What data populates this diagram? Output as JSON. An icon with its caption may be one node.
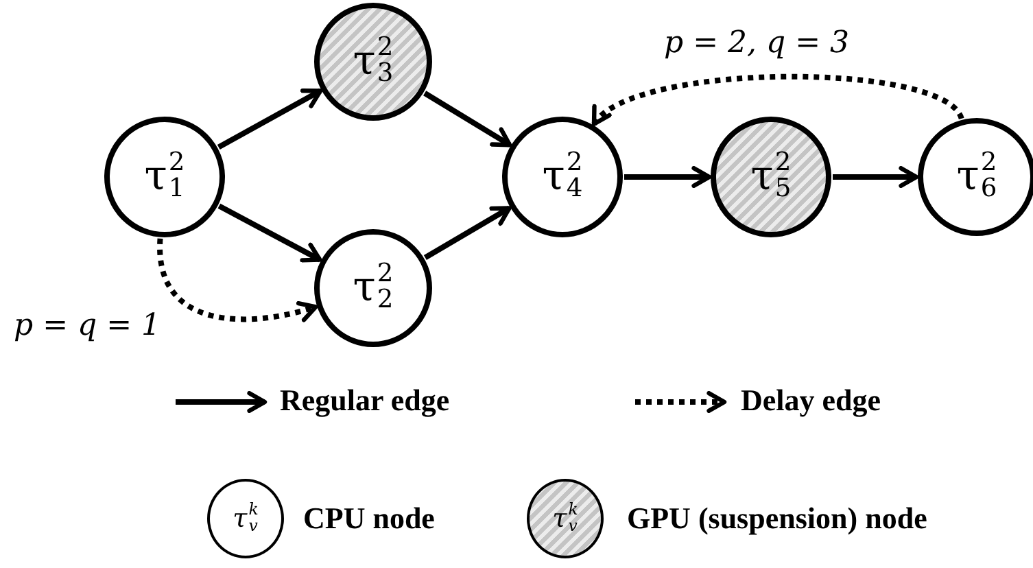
{
  "diagram": {
    "nodes": [
      {
        "text": [
          "τ$_{1}$$^{2}$"
        ]
      },
      {
        "text": [
          "τ$_{3}$$^{2}$"
        ]
      },
      {
        "text": [
          "τ$_{2}$$^{2}$"
        ]
      },
      {
        "text": [
          "τ$_{4}$$^{2}$"
        ]
      },
      {
        "text": [
          "τ$_{5}$$^{2}$"
        ]
      },
      {
        "text": [
          "τ$_{6}$$^{2}$"
        ]
      },
      {
        "text": [
          "τ$_{v}$$^{k}$"
        ]
      },
      {
        "text": [
          "τ$_{v}$$^{k}$"
        ]
      }
    ],
    "edges": [
      {
        "from": 0,
        "to": 1,
        "arrow": "to"
      },
      {
        "from": 0,
        "to": 2,
        "arrow": "to"
      },
      {
        "from": 1,
        "to": 3,
        "arrow": "to"
      },
      {
        "from": 2,
        "to": 3,
        "arrow": "to"
      },
      {
        "from": 3,
        "to": 4,
        "arrow": "to"
      },
      {
        "from": 4,
        "to": 5,
        "arrow": "to"
      },
      {
        "from": 0,
        "to": 2,
        "arrow": "to",
        "style": "dashed",
        "label": "p = q = 1"
      },
      {
        "from": 5,
        "to": 3,
        "arrow": "to",
        "style": "dashed",
        "label": "p = 2, q = 3"
      }
    ],
    "legend": [
      {
        "text": "Regular edge"
      },
      {
        "text": "Delay edge"
      },
      {
        "text": "CPU node"
      },
      {
        "text": "GPU (suspension) node"
      }
    ]
  }
}
